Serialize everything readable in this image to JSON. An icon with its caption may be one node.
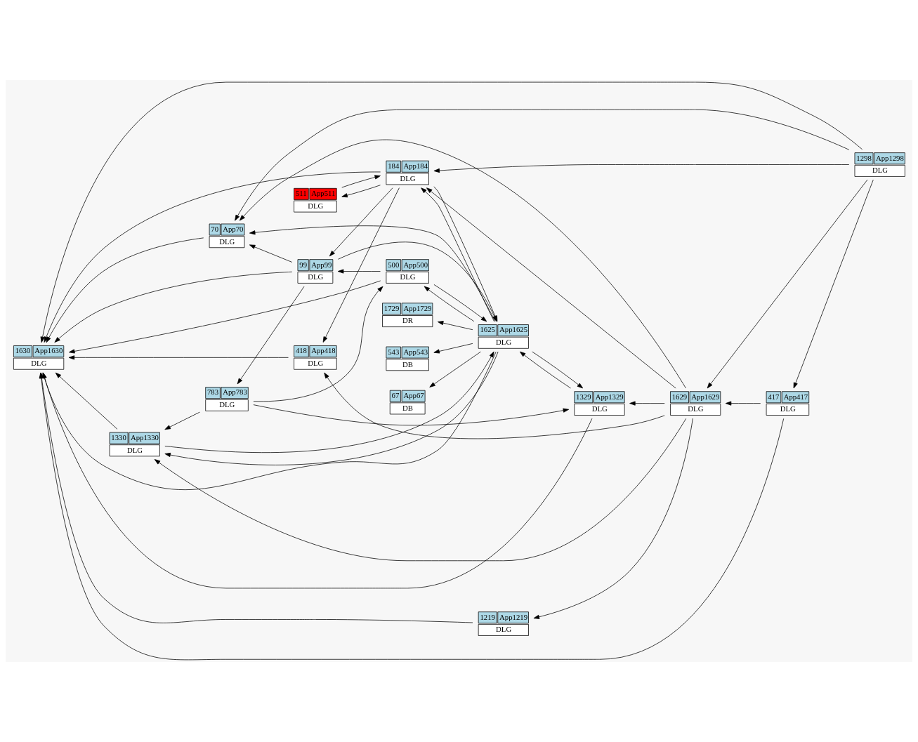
{
  "diagram": {
    "nodes": [
      {
        "text": [
          "1630",
          "App1630",
          "DLG"
        ]
      },
      {
        "text": [
          "1729",
          "App1729",
          "DR"
        ]
      },
      {
        "text": [
          "543",
          "App543",
          "DB"
        ]
      },
      {
        "text": [
          "67",
          "App67",
          "DB"
        ]
      },
      {
        "text": [
          "1329",
          "App1329",
          "DLG"
        ]
      },
      {
        "text": [
          "1330",
          "App1330",
          "DLG"
        ]
      },
      {
        "text": [
          "511",
          "App511",
          "DLG"
        ]
      },
      {
        "text": [
          "184",
          "App184",
          "DLG"
        ]
      },
      {
        "text": [
          "418",
          "App418",
          "DLG"
        ]
      },
      {
        "text": [
          "1219",
          "App1219",
          "DLG"
        ]
      },
      {
        "text": [
          "70",
          "App70",
          "DLG"
        ]
      },
      {
        "text": [
          "1625",
          "App1625",
          "DLG"
        ]
      },
      {
        "text": [
          "1629",
          "App1629",
          "DLG"
        ]
      },
      {
        "text": [
          "500",
          "App500",
          "DLG"
        ]
      },
      {
        "text": [
          "417",
          "App417",
          "DLG"
        ]
      },
      {
        "text": [
          "783",
          "App783",
          "DLG"
        ]
      },
      {
        "text": [
          "1298",
          "App1298",
          "DLG"
        ]
      },
      {
        "text": [
          "99",
          "App99",
          "DLG"
        ]
      }
    ],
    "edges": [
      {
        "from": 17,
        "to": 0,
        "arrow": "to"
      },
      {
        "from": 13,
        "to": 0,
        "arrow": "to"
      },
      {
        "from": 11,
        "to": 0,
        "arrow": "to"
      },
      {
        "from": 11,
        "to": 1,
        "arrow": "to"
      },
      {
        "from": 11,
        "to": 2,
        "arrow": "to"
      },
      {
        "from": 11,
        "to": 3,
        "arrow": "to"
      },
      {
        "from": 4,
        "to": 0,
        "arrow": "to"
      },
      {
        "from": 5,
        "to": 0,
        "arrow": "to"
      },
      {
        "from": 16,
        "to": 0,
        "arrow": "to"
      },
      {
        "from": 4,
        "to": 11,
        "arrow": "to"
      },
      {
        "from": 11,
        "to": 4,
        "arrow": "to"
      },
      {
        "from": 11,
        "to": 13,
        "arrow": "to"
      },
      {
        "from": 13,
        "to": 11,
        "arrow": "to"
      },
      {
        "from": 17,
        "to": 11,
        "arrow": "to"
      },
      {
        "from": 13,
        "to": 17,
        "arrow": "to"
      },
      {
        "from": 17,
        "to": 15,
        "arrow": "to"
      },
      {
        "from": 15,
        "to": 13,
        "arrow": "to"
      },
      {
        "from": 15,
        "to": 4,
        "arrow": "to"
      },
      {
        "from": 15,
        "to": 5,
        "arrow": "to"
      },
      {
        "from": 5,
        "to": 11,
        "arrow": "to"
      },
      {
        "from": 11,
        "to": 5,
        "arrow": "to"
      },
      {
        "from": 7,
        "to": 11,
        "arrow": "to"
      },
      {
        "from": 11,
        "to": 7,
        "arrow": "to"
      },
      {
        "from": 11,
        "to": 10,
        "arrow": "to"
      },
      {
        "from": 12,
        "to": 4,
        "arrow": "to"
      },
      {
        "from": 12,
        "to": 5,
        "arrow": "to"
      },
      {
        "from": 12,
        "to": 7,
        "arrow": "to"
      },
      {
        "from": 12,
        "to": 8,
        "arrow": "to"
      },
      {
        "from": 12,
        "to": 9,
        "arrow": "to"
      },
      {
        "from": 12,
        "to": 10,
        "arrow": "to"
      },
      {
        "from": 16,
        "to": 12,
        "arrow": "to"
      },
      {
        "from": 16,
        "to": 7,
        "arrow": "to"
      },
      {
        "from": 16,
        "to": 10,
        "arrow": "to"
      },
      {
        "from": 16,
        "to": 14,
        "arrow": "to"
      },
      {
        "from": 14,
        "to": 12,
        "arrow": "to"
      },
      {
        "from": 14,
        "to": 0,
        "arrow": "to"
      },
      {
        "from": 17,
        "to": 10,
        "arrow": "to"
      },
      {
        "from": 7,
        "to": 17,
        "arrow": "to"
      },
      {
        "from": 7,
        "to": 6,
        "arrow": "to"
      },
      {
        "from": 6,
        "to": 7,
        "arrow": "to"
      },
      {
        "from": 7,
        "to": 0,
        "arrow": "to"
      },
      {
        "from": 7,
        "to": 8,
        "arrow": "to"
      },
      {
        "from": 8,
        "to": 0,
        "arrow": "to"
      },
      {
        "from": 9,
        "to": 0,
        "arrow": "to"
      },
      {
        "from": 10,
        "to": 0,
        "arrow": "to"
      }
    ]
  }
}
